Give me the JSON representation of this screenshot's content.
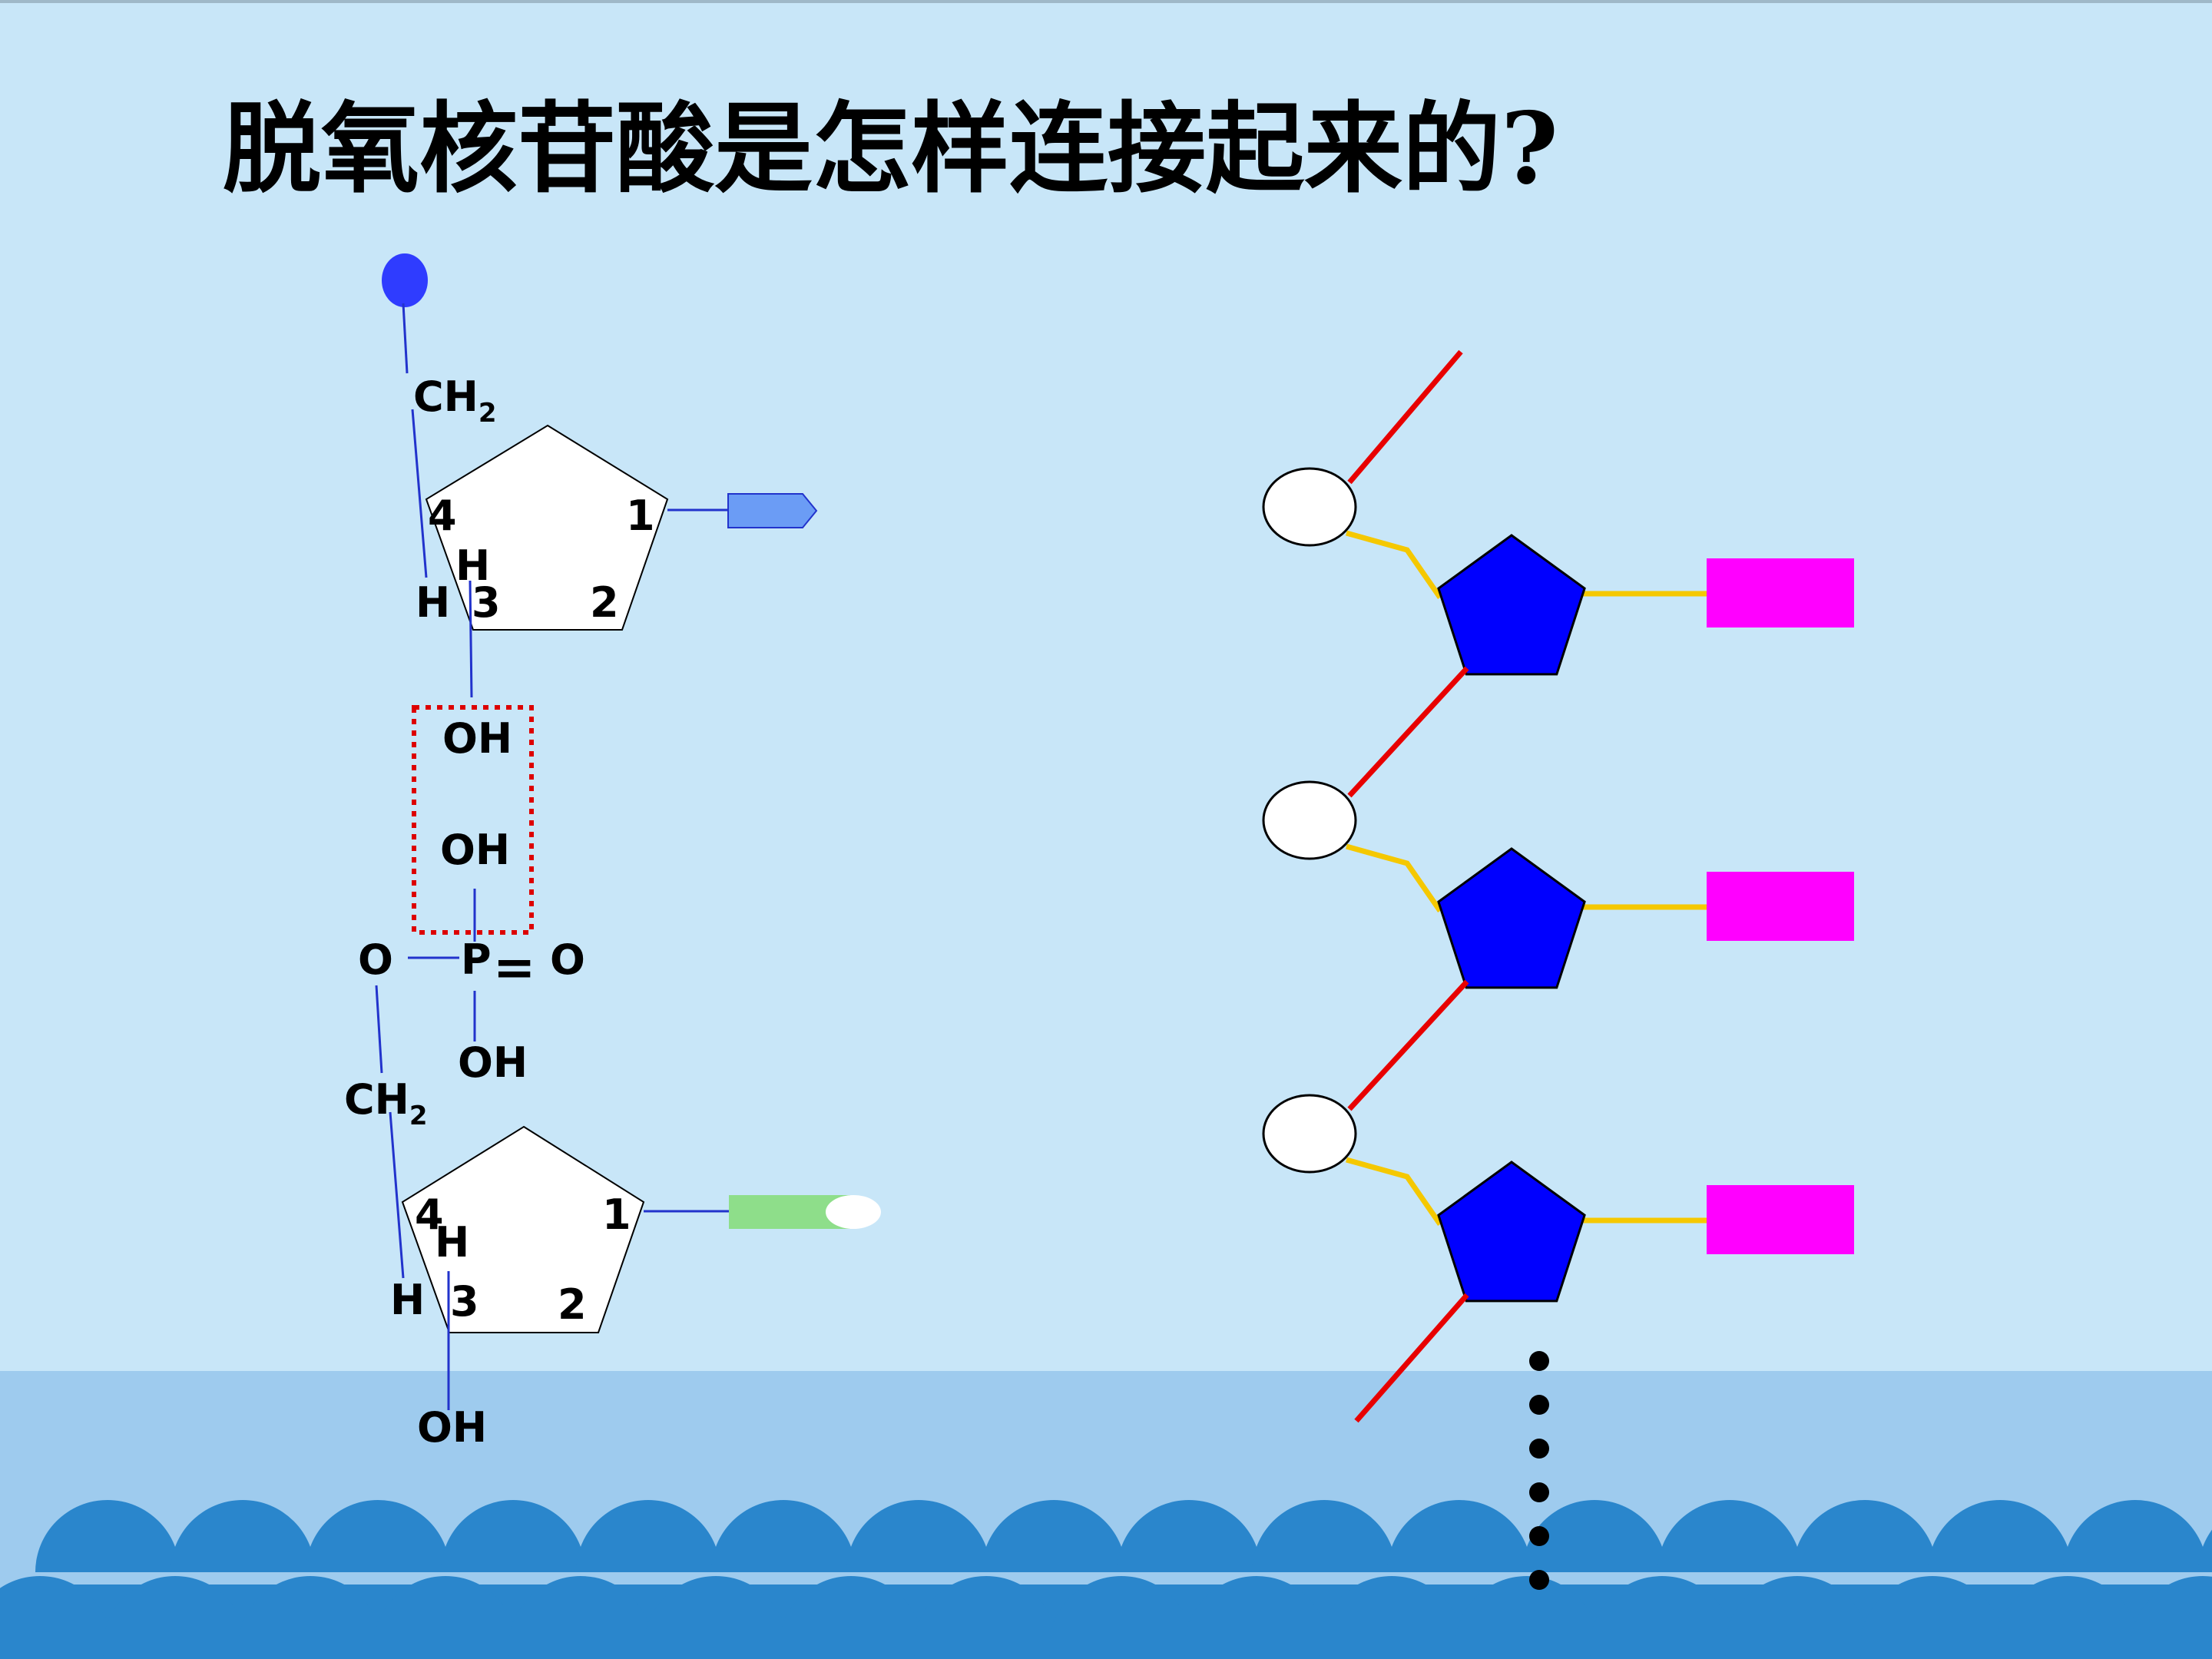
{
  "title": "脱氧核苷酸是怎样连接起来的?",
  "top_nucleotide": {
    "ch2_main": "CH",
    "ch2_sub": "2",
    "c1": "1",
    "c2": "2",
    "c3": "3",
    "c4": "4",
    "h_top": "H",
    "h_left": "H",
    "oh_3prime": "OH"
  },
  "phosphate": {
    "oh_top": "OH",
    "p": "P",
    "double_bond": "=",
    "o_left": "O",
    "o_right": "O",
    "oh_bottom": "OH"
  },
  "bottom_nucleotide": {
    "ch2_main": "CH",
    "ch2_sub": "2",
    "c1": "1",
    "c2": "2",
    "c3": "3",
    "c4": "4",
    "h_top": "H",
    "h_left": "H",
    "oh_3prime": "OH"
  },
  "colors": {
    "background": "#c8e6f8",
    "sea_band": "#9ecbee",
    "wave": "#2a86cc",
    "phosphate_dot": "#2f3cff",
    "base_arrow": "#6b9cf5",
    "base_green": "#8ede8a",
    "sugar_blue": "#0000ff",
    "base_magenta": "#ff00ff",
    "backbone_red": "#e80000",
    "sugar_link_yellow": "#f5c800",
    "bond_line": "#2233cc",
    "highlight_box": "#dd0000"
  },
  "chain_units": 3
}
